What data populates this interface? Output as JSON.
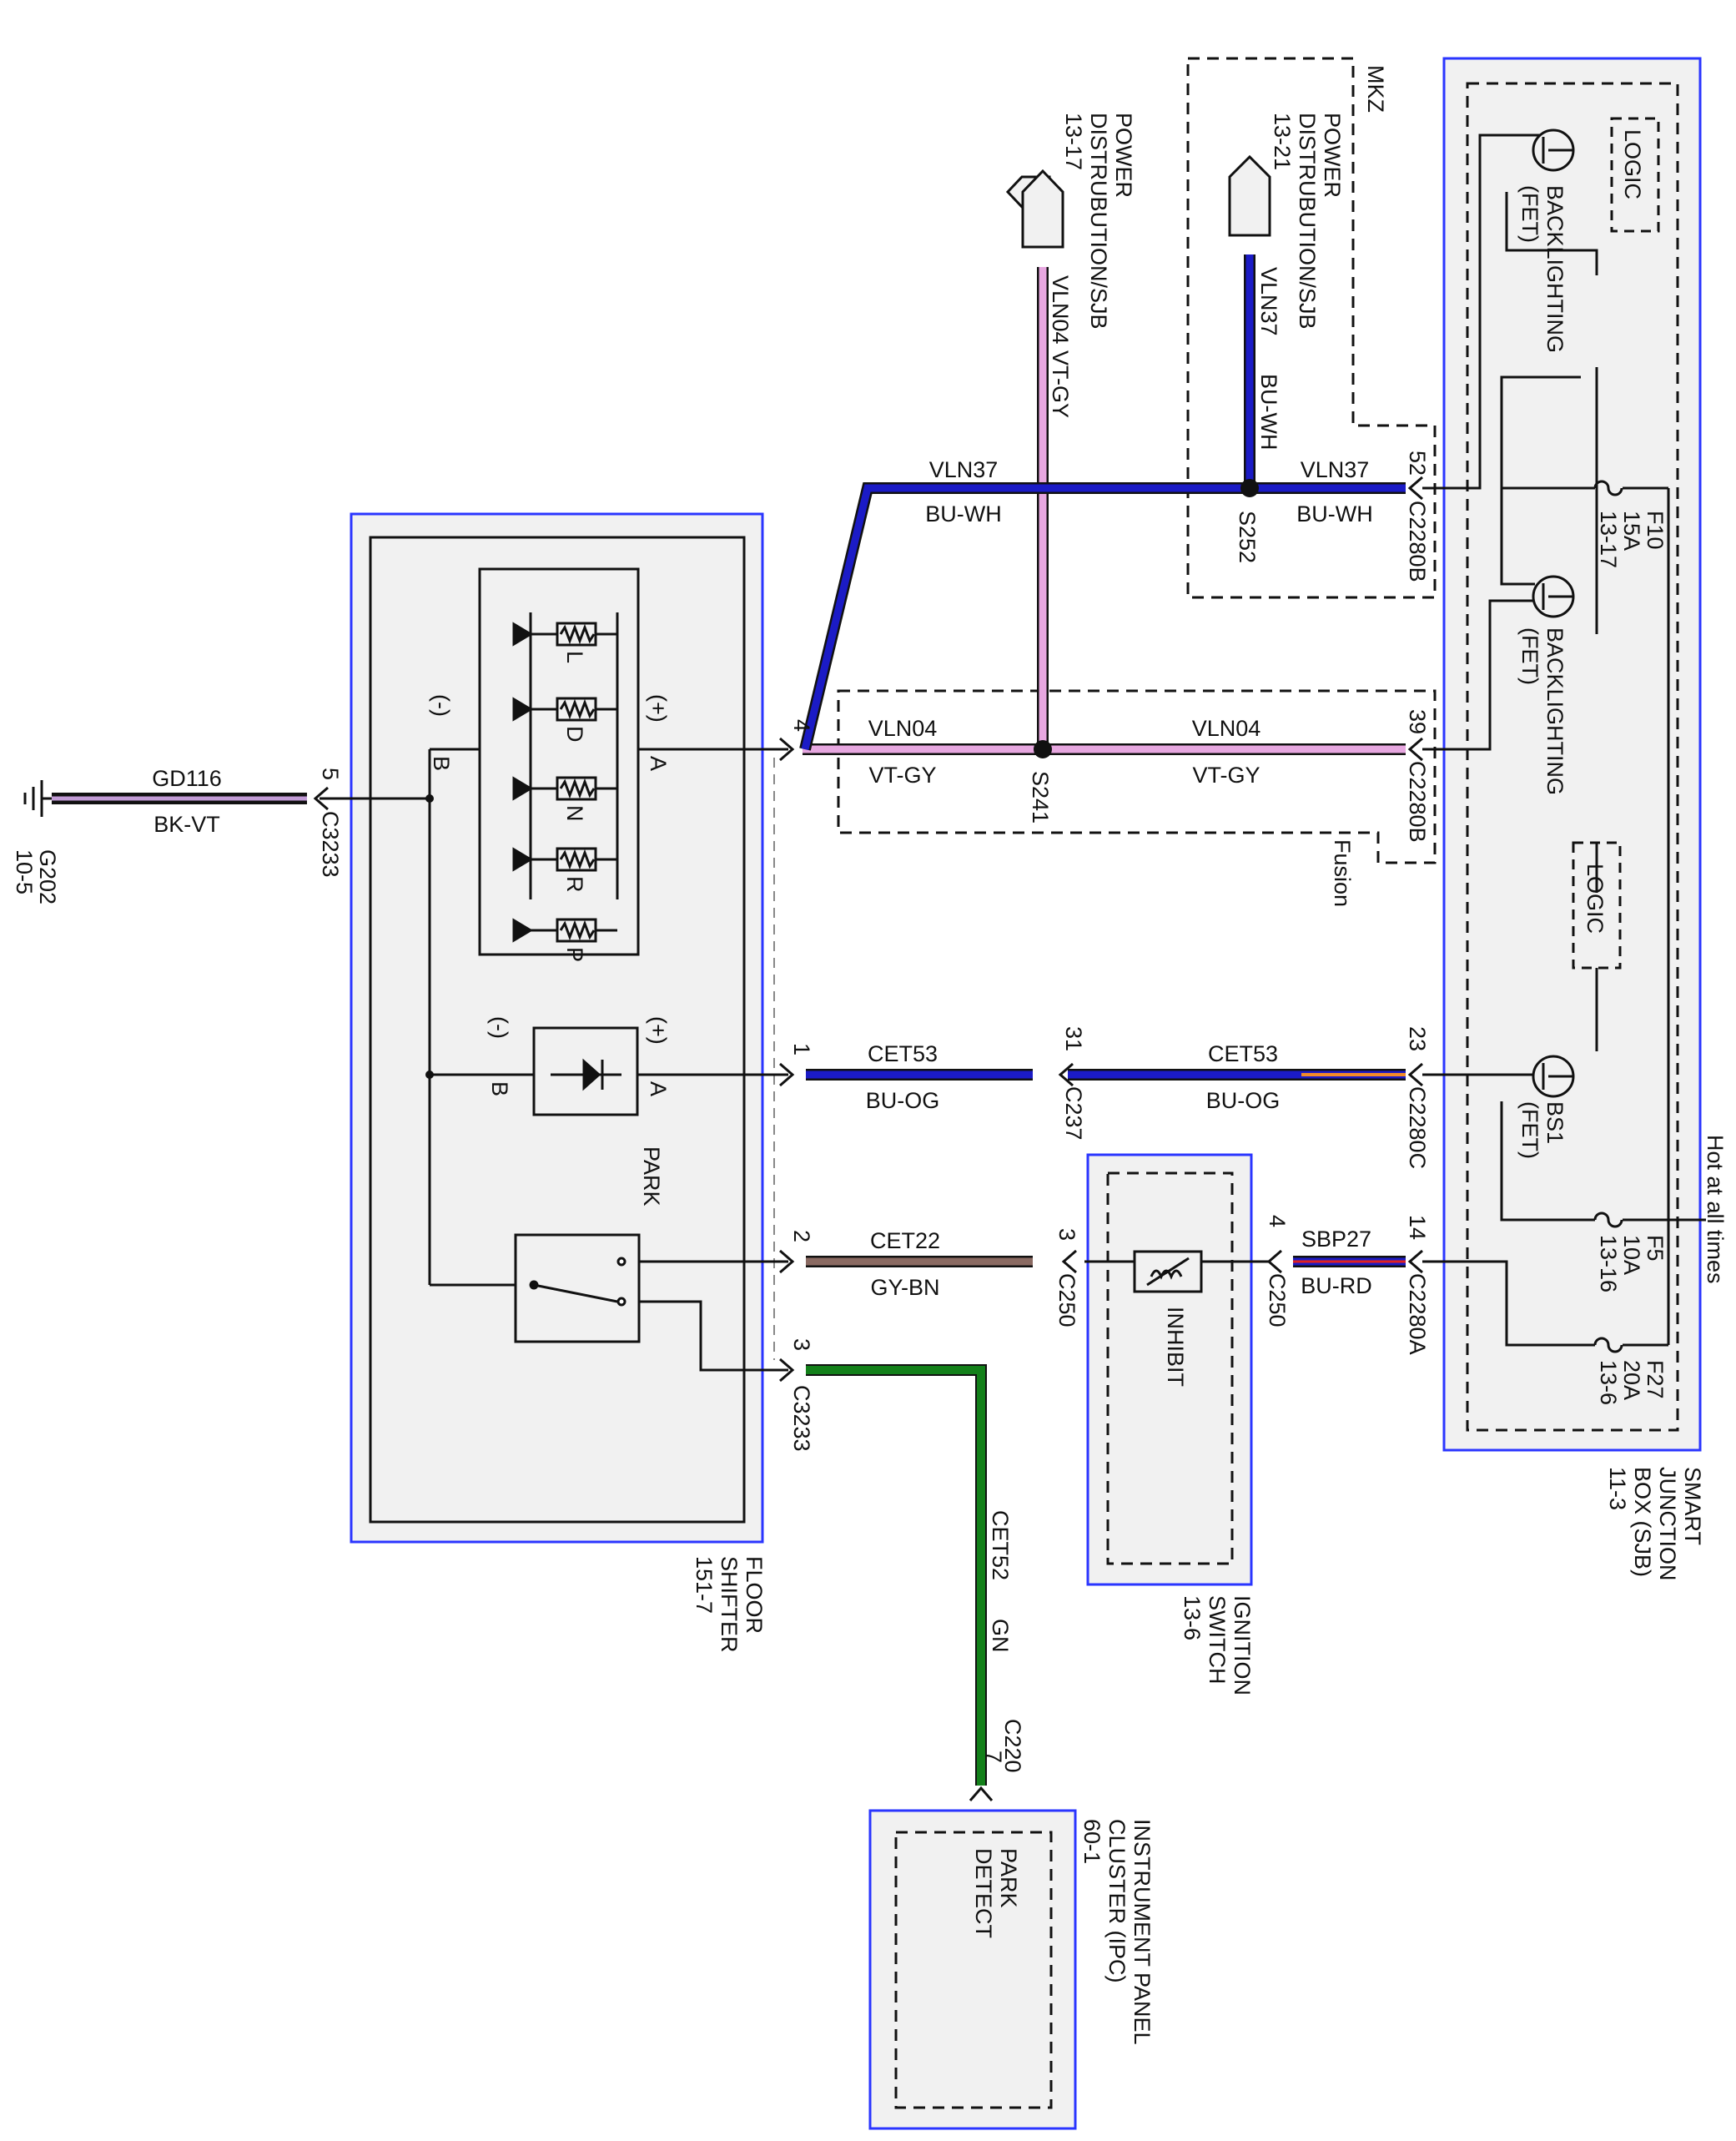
{
  "colors": {
    "blue_box": "#2a35ff",
    "box_fill": "#f1f1f1",
    "vlnvtgy": "#e7a7e0",
    "blue_wire": "#1b1bc6",
    "green_wire": "#13801a",
    "gray_brown": "#8a6a62",
    "orange": "#f28c28",
    "black": "#111111"
  },
  "modules": {
    "sjb": {
      "name_lines": [
        "SMART",
        "JUNCTION",
        "BOX (SJB)",
        "11-3"
      ]
    },
    "floor_shifter": {
      "name_lines": [
        "FLOOR",
        "SHIFTER",
        "151-7"
      ]
    },
    "ignition_switch": {
      "name_lines": [
        "IGNITION",
        "SWITCH",
        "13-6"
      ]
    },
    "ipc": {
      "name_lines": [
        "INSTRUMENT PANEL",
        "CLUSTER (IPC)",
        "60-1"
      ],
      "inner_lines": [
        "PARK",
        "DETECT"
      ]
    }
  },
  "sjb_internal": {
    "logic_top": "LOGIC",
    "logic_mid": "LOGIC",
    "backlighting_top": [
      "BACKLIGHTING",
      "(FET)"
    ],
    "backlighting_mid": [
      "BACKLIGHTING",
      "(FET)"
    ],
    "bs1": [
      "BS1",
      "(FET)"
    ],
    "hot": "Hot at all times",
    "fuse_f10": [
      "F10",
      "15A",
      "13-17"
    ],
    "fuse_f5": [
      "F5",
      "10A",
      "13-16"
    ],
    "fuse_f27": [
      "F27",
      "20A",
      "13-6"
    ]
  },
  "power_refs": {
    "left": {
      "lines": [
        "POWER",
        "DISTRUBUTION/SJB",
        "13-17"
      ]
    },
    "right": {
      "lines": [
        "POWER",
        "DISTRUBUTION/SJB",
        "13-21"
      ]
    }
  },
  "variants": {
    "mkz": "MKZ",
    "fusion": "Fusion"
  },
  "splices": {
    "s252": "S252",
    "s241": "S241"
  },
  "connectors": {
    "c2280b_top": {
      "pin": "52",
      "name": "C2280B"
    },
    "c2280b_mid": {
      "pin": "39",
      "name": "C2280B"
    },
    "c2280c": {
      "pin": "23",
      "name": "C2280C"
    },
    "c2280a": {
      "pin": "14",
      "name": "C2280A"
    },
    "c250_right": {
      "pin": "4",
      "name": "C250"
    },
    "c250_left": {
      "pin": "3",
      "name": "C250"
    },
    "c237": {
      "pin": "31",
      "name": "C237"
    },
    "shifter_pin4": {
      "pin": "4"
    },
    "shifter_pin1": {
      "pin": "1"
    },
    "shifter_pin2": {
      "pin": "2"
    },
    "c3233_pin3": {
      "pin": "3",
      "name": "C3233"
    },
    "c3233_pin5": {
      "pin": "5",
      "name": "C3233"
    },
    "c220": {
      "pin": "7",
      "name": "C220"
    }
  },
  "wires": {
    "vln37_upper": {
      "circuit": "VLN37",
      "color": "BU-WH"
    },
    "vln37_main": {
      "circuit": "VLN37",
      "color": "BU-WH"
    },
    "vln37_vertical": {
      "circuit": "VLN37",
      "color": "BU-WH"
    },
    "vln04_left": {
      "circuit": "VLN04",
      "color": "VT-GY"
    },
    "vln04_right": {
      "circuit": "VLN04",
      "color": "VT-GY"
    },
    "vln04_vertical": {
      "circuit": "VLN04",
      "color": "VT-GY"
    },
    "cet53_left": {
      "circuit": "CET53",
      "color": "BU-OG"
    },
    "cet53_right": {
      "circuit": "CET53",
      "color": "BU-OG"
    },
    "cet22": {
      "circuit": "CET22",
      "color": "GY-BN"
    },
    "sbp27": {
      "circuit": "SBP27",
      "color": "BU-RD"
    },
    "cet52": {
      "circuit": "CET52",
      "color": "GN"
    },
    "gd116": {
      "circuit": "GD116",
      "color": "BK-VT"
    }
  },
  "ground": {
    "lines": [
      "G202",
      "10-5"
    ]
  },
  "shifter_internal": {
    "plus_top": "(+)",
    "minus_top": "(-)",
    "a_top": "A",
    "b_top": "B",
    "plus_mid": "(+)",
    "minus_mid": "(-)",
    "a_mid": "A",
    "b_mid": "B",
    "park": "PARK",
    "gears": [
      "L",
      "D",
      "N",
      "R",
      "P"
    ]
  },
  "inhibit": "INHIBIT"
}
